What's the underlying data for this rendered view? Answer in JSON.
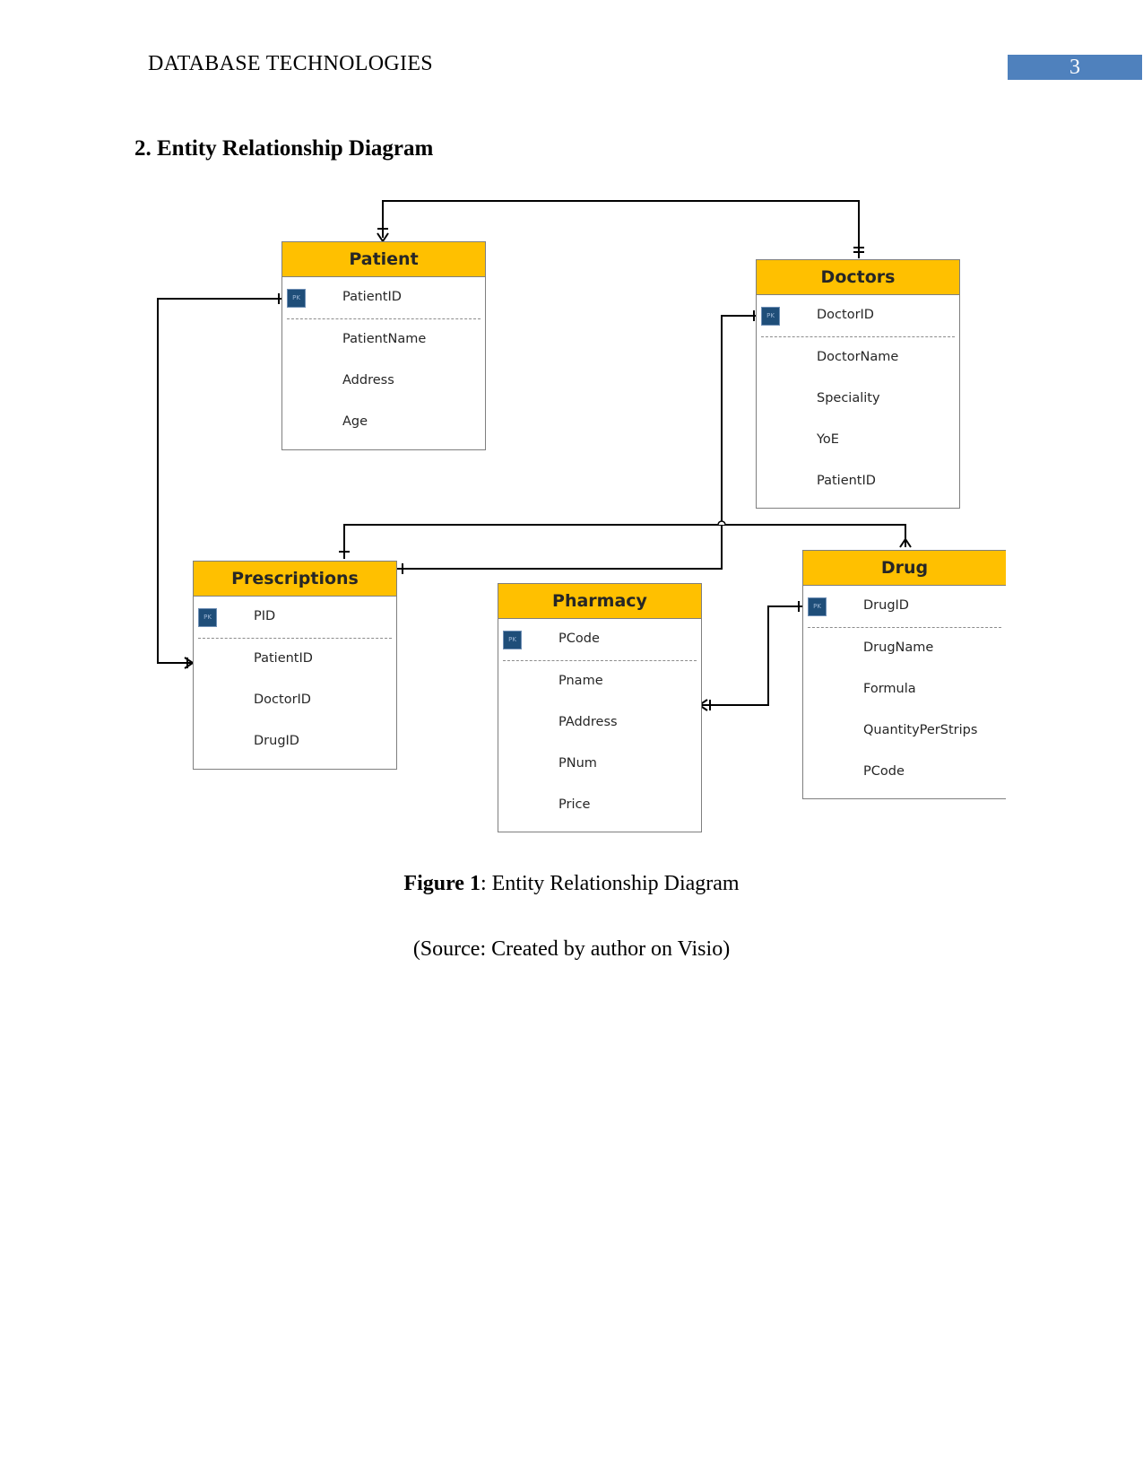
{
  "header": {
    "running_title": "DATABASE TECHNOLOGIES",
    "page_number": "3"
  },
  "section_title": "2. Entity Relationship Diagram",
  "pk_label": "PK",
  "entities": {
    "patient": {
      "name": "Patient",
      "pk": "PatientID",
      "fields": [
        "PatientName",
        "Address",
        "Age"
      ]
    },
    "doctors": {
      "name": "Doctors",
      "pk": "DoctorID",
      "fields": [
        "DoctorName",
        "Speciality",
        "YoE",
        "PatientID"
      ]
    },
    "prescriptions": {
      "name": "Prescriptions",
      "pk": "PID",
      "fields": [
        "PatientID",
        "DoctorID",
        "DrugID"
      ]
    },
    "pharmacy": {
      "name": "Pharmacy",
      "pk": "PCode",
      "fields": [
        "Pname",
        "PAddress",
        "PNum",
        "Price"
      ]
    },
    "drug": {
      "name": "Drug",
      "pk": "DrugID",
      "fields": [
        "DrugName",
        "Formula",
        "QuantityPerStrips",
        "PCode"
      ]
    }
  },
  "caption": {
    "label": "Figure 1",
    "text": ": Entity Relationship Diagram"
  },
  "source": "(Source: Created by author on Visio)",
  "colors": {
    "entity_header": "#ffc000",
    "page_number_bg": "#4f81bd",
    "pk_badge": "#1f4e79"
  }
}
